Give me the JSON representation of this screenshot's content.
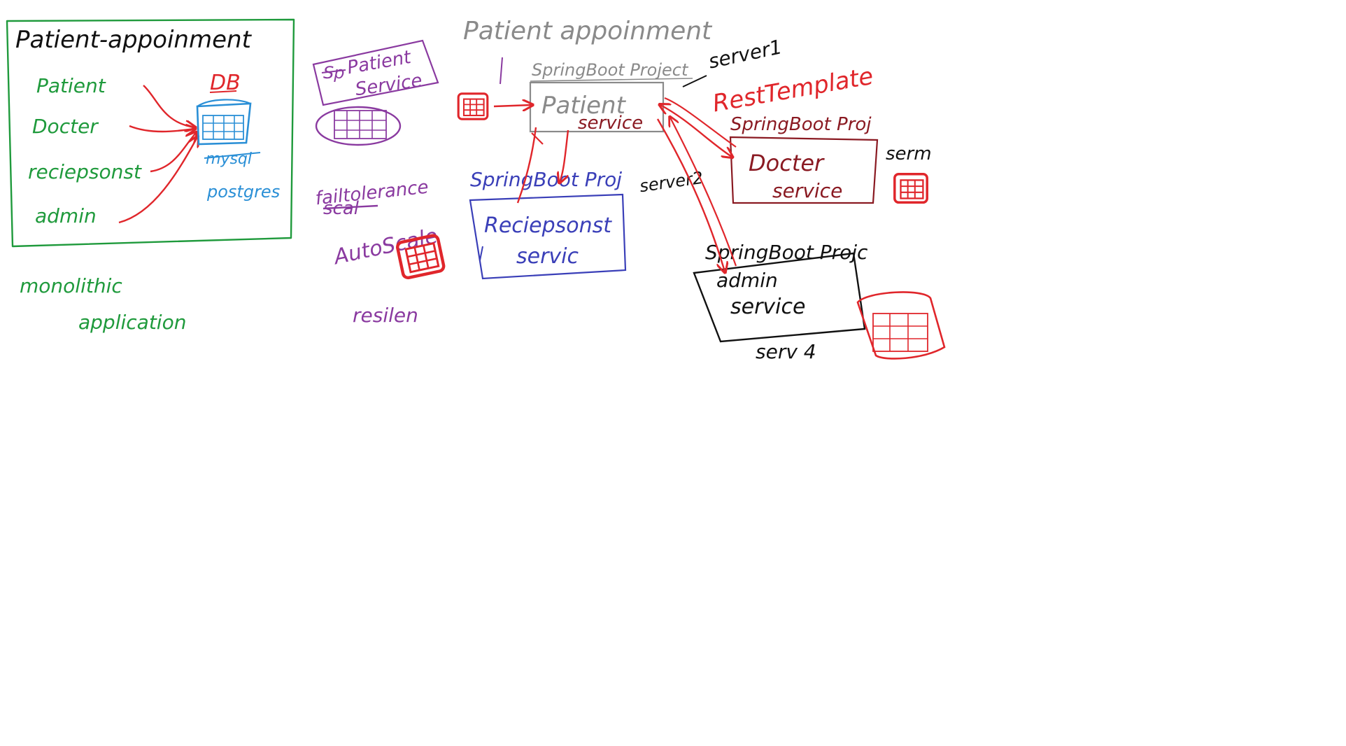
{
  "colors": {
    "black": "#111111",
    "green": "#1f9a3c",
    "red": "#e0262b",
    "dark_red": "#8a1a22",
    "blue": "#2a8fd6",
    "indigo": "#3a3fb8",
    "purple": "#8a3aa0",
    "gray": "#8a8a8a"
  },
  "monolith": {
    "title": "Patient-appoinment",
    "modules": [
      "Patient",
      "Docter",
      "reciepsonst",
      "admin"
    ],
    "db_label": "DB",
    "db_names": [
      "mysql",
      "postgres"
    ],
    "caption_line1": "monolithic",
    "caption_line2": "application"
  },
  "scaling_notes": {
    "service_box_label_line1": "Patient",
    "service_box_label_line2": "Service",
    "struck_prefix": "Sp",
    "note1": "failtolerance",
    "note2_struck": "scal",
    "note3": "AutoScale",
    "note4": "resilen"
  },
  "microservices": {
    "title": "Patient appoinment",
    "rest_template": "RestTemplate",
    "patient": {
      "project": "SpringBoot Project",
      "line1": "Patient",
      "line2": "service",
      "server": "server1"
    },
    "docter": {
      "project": "SpringBoot Proj",
      "line1": "Docter",
      "line2": "service",
      "server": "serm"
    },
    "reciepsonst": {
      "project": "SpringBoot Proj",
      "line1": "Reciepsonst",
      "line2": "servic",
      "server": "server2"
    },
    "admin": {
      "project": "SpringBoot Projc",
      "line1": "admin",
      "line2": "service",
      "server": "serv 4"
    }
  }
}
